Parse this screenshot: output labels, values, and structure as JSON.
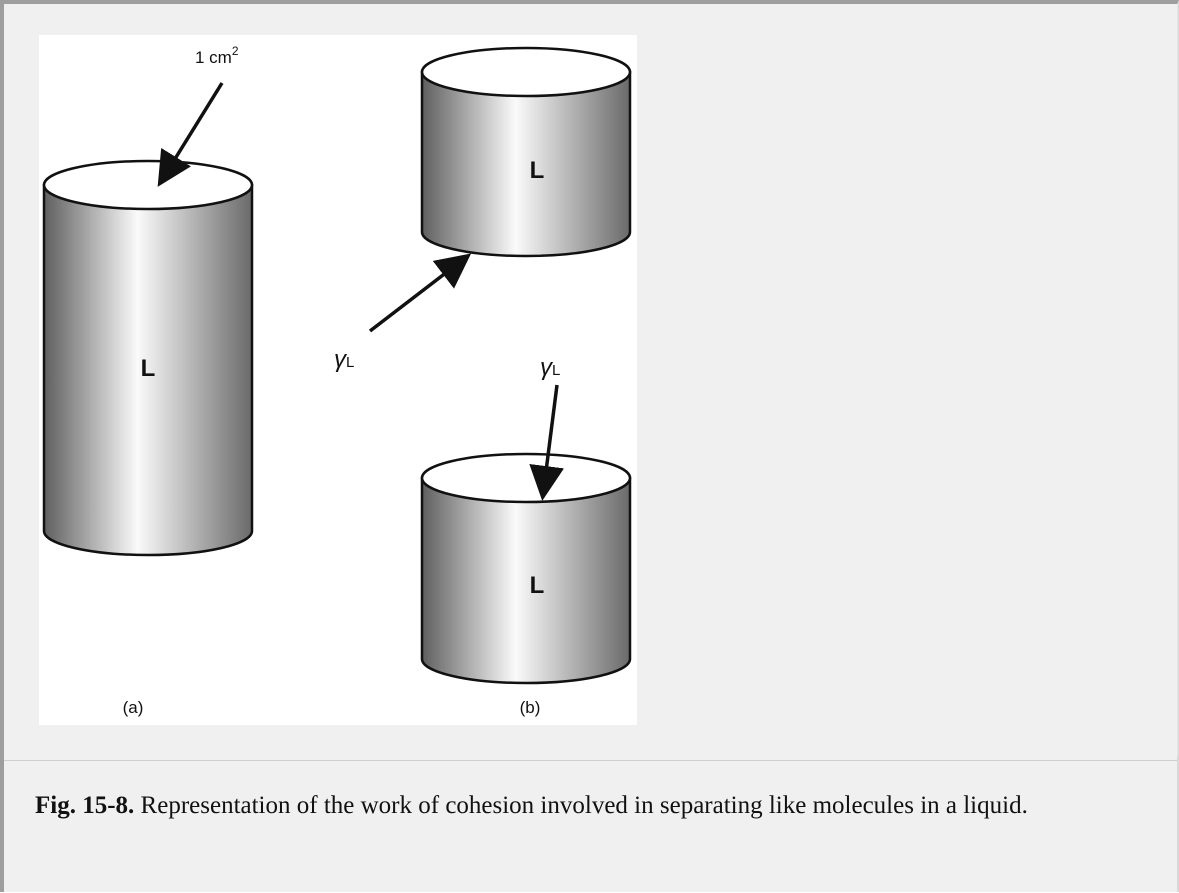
{
  "figure": {
    "panel_a_label": "(a)",
    "panel_b_label": "(b)",
    "area_label": "1 cm",
    "area_exponent": "2",
    "cylinder_labels": [
      "L",
      "L",
      "L"
    ],
    "gamma_symbol": "γ",
    "gamma_subscript": "L"
  },
  "caption": {
    "fig_number": "Fig. 15-8.",
    "text": " Representation of the work of cohesion involved in separating like molecules in a liquid."
  },
  "colors": {
    "background": "#f0f0f0",
    "diagram_background": "#ffffff",
    "cylinder_dark": "#5f5f5f",
    "cylinder_light": "#fafafa",
    "outline": "#111111"
  }
}
